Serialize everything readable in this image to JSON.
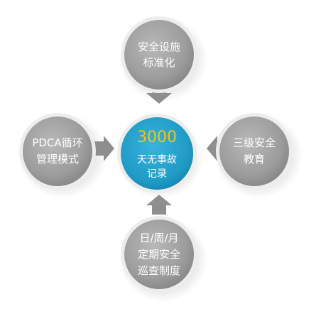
{
  "center": {
    "number": "3000",
    "line1": "天无事故",
    "line2": "记录",
    "color": "#1f9bc6"
  },
  "nodes": {
    "top": {
      "line1": "安全设施",
      "line2": "标准化"
    },
    "left": {
      "line1": "PDCA循环",
      "line2": "管理模式"
    },
    "right": {
      "line1": "三级安全",
      "line2": "教育"
    },
    "bottom": {
      "line1": "日/周/月",
      "line2": "定期安全",
      "line3": "巡查制度"
    }
  },
  "colors": {
    "node_fill": "#9c9c9c",
    "node_border": "#ececec",
    "arrow": "#8e8e8e",
    "number": "#f4c21a",
    "text": "#ffffff"
  }
}
